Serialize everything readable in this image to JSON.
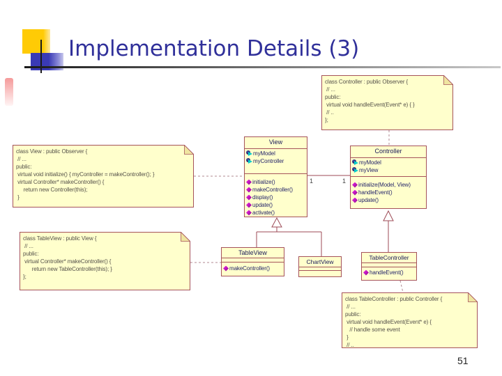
{
  "slide": {
    "title": "Implementation Details (3)",
    "page_number": "51"
  },
  "colors": {
    "box_fill": "#FFFFCC",
    "box_border": "#A5525A",
    "title_text": "#30309A",
    "operation_icon": "#CC00CC",
    "attribute_icon": "#00CCCC"
  },
  "notes": {
    "controller": {
      "lines": [
        "class Controller : public Observer {",
        " // ...",
        "public:",
        " virtual void handleEvent(Event* e) { }",
        " // ..",
        "};"
      ]
    },
    "view": {
      "lines": [
        "class View : public Observer {",
        " // ...",
        "public:",
        " virtual void initialize() { myController = makeController(); }",
        " virtual Controller* makeController() {",
        "     return new Controller(this);",
        " }"
      ]
    },
    "table_view": {
      "lines": [
        "class TableView : public View {",
        " // ...",
        "public:",
        " virtual Controller* makeController() {",
        "      return new TableController(this); }",
        "};"
      ]
    },
    "table_controller": {
      "lines": [
        "class TableController : public Controller {",
        " // ...",
        "public:",
        " virtual void handleEvent(Event* e) {",
        "   // handle some event",
        " }",
        " // .."
      ]
    }
  },
  "classes": {
    "view": {
      "name": "View",
      "attributes": [
        "myModel",
        "myController"
      ],
      "operations": [
        "initialize()",
        "makeController()",
        "display()",
        "update()",
        "activate()"
      ]
    },
    "controller": {
      "name": "Controller",
      "attributes": [
        "myModel",
        "myView"
      ],
      "operations": [
        "initialize(Model, View)",
        "handleEvent()",
        "update()"
      ]
    },
    "table_view": {
      "name": "TableView",
      "attributes": [],
      "operations": [
        "makeController()"
      ]
    },
    "chart_view": {
      "name": "ChartView",
      "attributes": [],
      "operations": []
    },
    "table_controller": {
      "name": "TableController",
      "attributes": [],
      "operations": [
        "handleEvent()"
      ]
    }
  },
  "associations": {
    "view_controller": {
      "view_end": "1",
      "controller_end": "1"
    }
  }
}
